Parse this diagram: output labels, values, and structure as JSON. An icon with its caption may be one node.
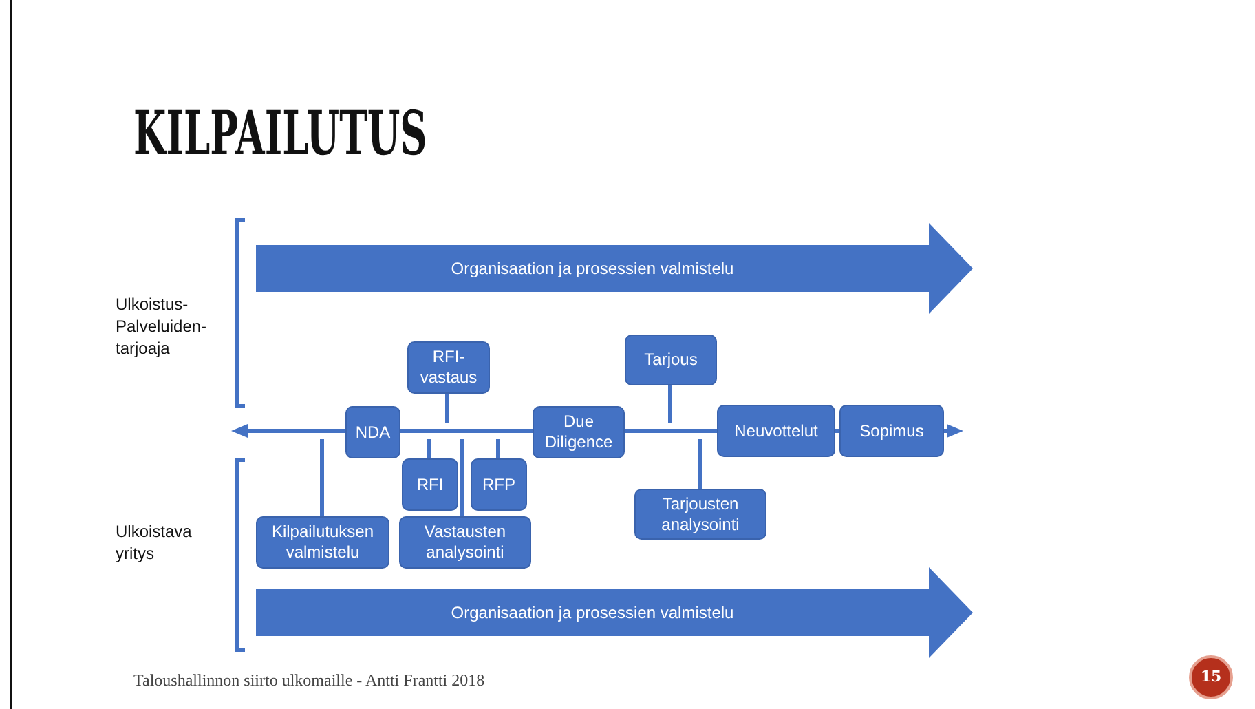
{
  "diagram": {
    "title": "KILPAILUTUS",
    "nodes": [
      {
        "text": [
          "Organisaation ja prosessien valmistelu"
        ]
      },
      {
        "text": [
          "RFI- vastaus"
        ]
      },
      {
        "text": [
          "Tarjous"
        ]
      },
      {
        "text": [
          "NDA"
        ]
      },
      {
        "text": [
          "Due Diligence"
        ]
      },
      {
        "text": [
          "Neuvottelut"
        ]
      },
      {
        "text": [
          "Sopimus"
        ]
      },
      {
        "text": [
          "RFI"
        ]
      },
      {
        "text": [
          "RFP"
        ]
      },
      {
        "text": [
          "Tarjousten analysointi"
        ]
      },
      {
        "text": [
          "Kilpailutuksen valmistelu"
        ]
      },
      {
        "text": [
          "Vastausten analysointi"
        ]
      },
      {
        "text": [
          "Organisaation ja prosessien valmistelu"
        ]
      },
      {
        "text": [],
        "shape": "bar"
      }
    ],
    "edges": [
      {
        "from": 1,
        "to": 13,
        "arrow": "none"
      },
      {
        "from": 2,
        "to": 13,
        "arrow": "none"
      },
      {
        "from": 7,
        "to": 13,
        "arrow": "none"
      },
      {
        "from": 8,
        "to": 13,
        "arrow": "none"
      },
      {
        "from": 9,
        "to": 13,
        "arrow": "none"
      },
      {
        "from": 10,
        "to": 13,
        "arrow": "none"
      },
      {
        "from": 11,
        "to": 13,
        "arrow": "none"
      }
    ],
    "labels": [
      "Ulkoistus- Palveluiden- tarjoaja",
      "Ulkoistava yritys",
      "Taloushallinnon siirto ulkomaille - Antti Frantti 2018",
      "15"
    ]
  }
}
